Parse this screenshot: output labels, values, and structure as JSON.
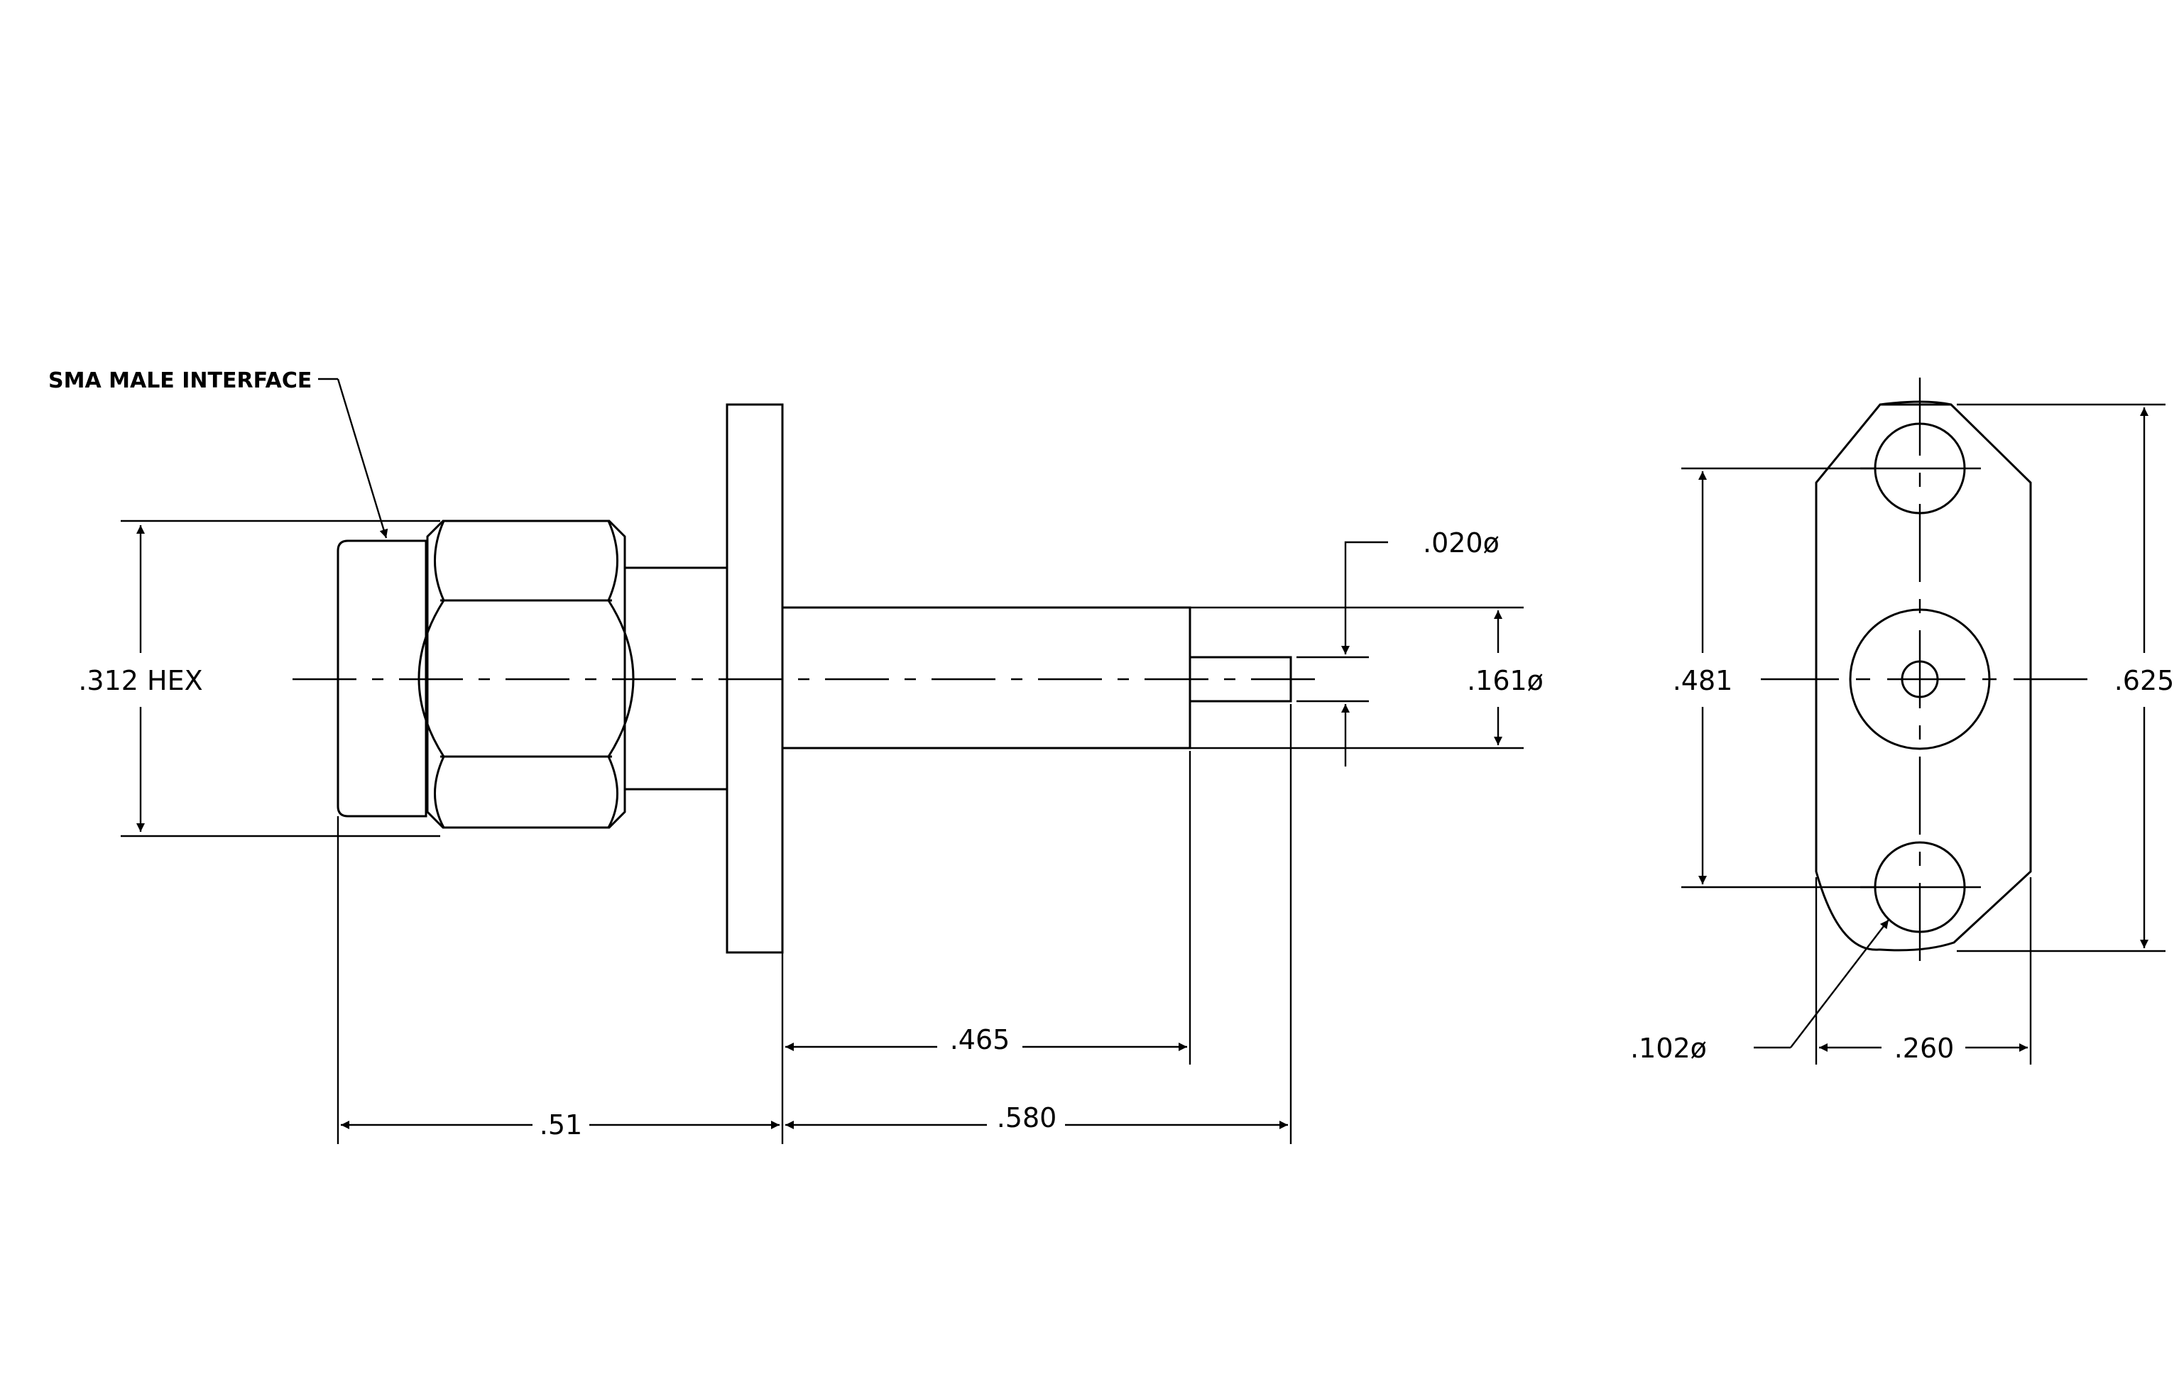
{
  "drawing": {
    "note_interface": "SMA MALE INTERFACE",
    "dims": {
      "hex": ".312 HEX",
      "pin_dia": ".020ø",
      "body_dia": ".161ø",
      "length_flange": ".51",
      "body_length": ".465",
      "overall_length": ".580",
      "hole_spacing": ".481",
      "flange_height": ".625",
      "hole_dia": ".102ø",
      "flange_width": ".260"
    }
  }
}
